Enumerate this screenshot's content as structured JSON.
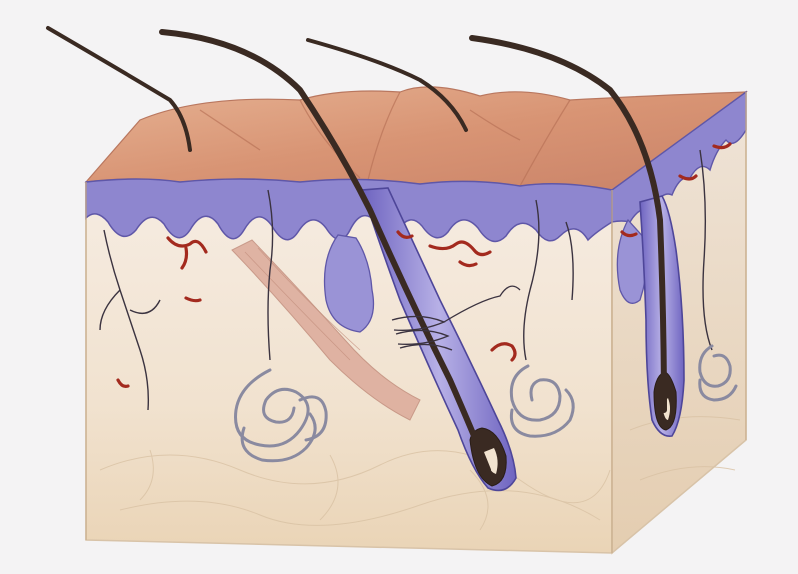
{
  "colors": {
    "paper": "#f4f3f4",
    "epidermis_surface": "#d79a7a",
    "epidermis_highlight": "#e7b79a",
    "basal_layer": "#8e86cf",
    "basal_dark": "#5f57a8",
    "dermis": "#f3e6d6",
    "subcutis": "#efdcc2",
    "capillary_red": "#a32a1e",
    "hair_dark": "#3a2a22",
    "sweat_gland": "#8a8aa0",
    "nerve": "#3b3340",
    "muscle_pink": "#dcaa9a"
  },
  "illustration": {
    "icons": [
      "skin-block",
      "hair-follicle",
      "hair-shaft",
      "sweat-gland",
      "nerve-fiber",
      "blood-capillary",
      "arrector-pili-muscle"
    ]
  }
}
